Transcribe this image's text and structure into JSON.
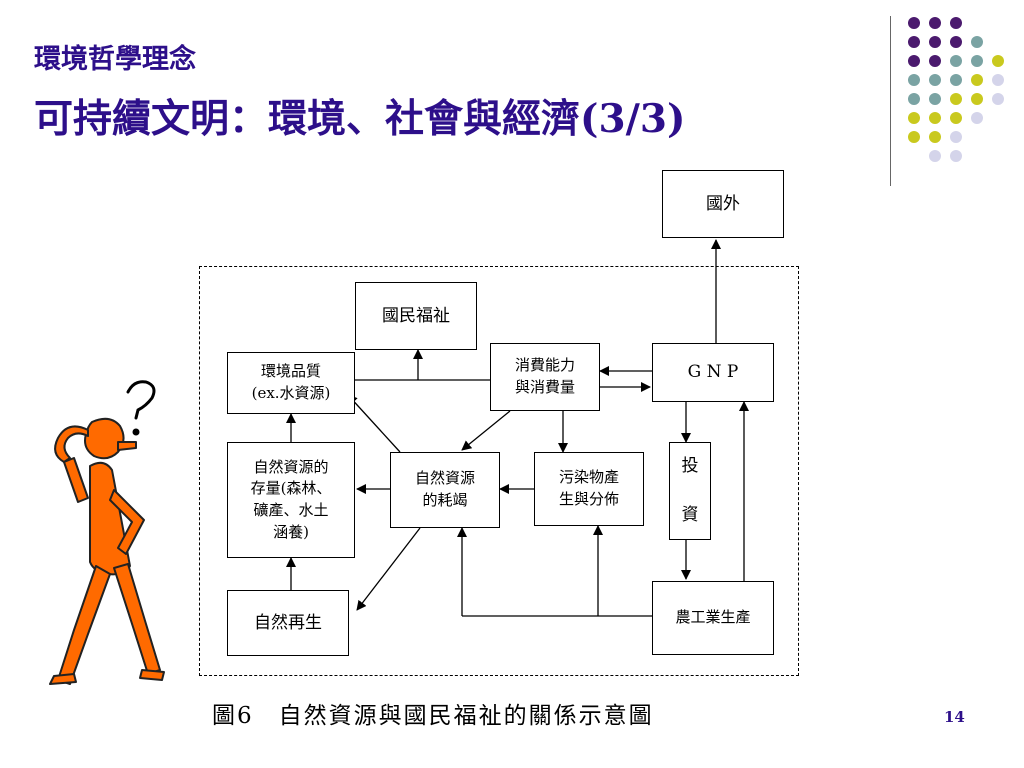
{
  "header": {
    "subtitle": "環境哲學理念",
    "title": "可持續文明：環境、社會與經濟(3/3)"
  },
  "diagram": {
    "nodes": {
      "foreign": "國外",
      "welfare": "國民福祉",
      "env_quality": "環境品質\n(ex.水資源)",
      "consumption": "消費能力\n與消費量",
      "gnp": "G N P",
      "resource_stock": "自然資源的\n存量(森林、\n礦產、水土\n涵養)",
      "depletion": "自然資源\n的耗竭",
      "pollution": "污染物產\n生與分佈",
      "investment": "投\n\n資",
      "regeneration": "自然再生",
      "agri_industry": "農工業生產"
    },
    "caption": "圖6　自然資源與國民福祉的關係示意圖"
  },
  "page_number": "14",
  "colors": {
    "title": "#2d0f8a",
    "dot_purple": "#4b1a6e",
    "dot_teal": "#7aa3a3",
    "dot_yellow": "#c9c91e",
    "dot_lavender": "#d4d4ea",
    "figure_orange": "#ff6a00"
  }
}
